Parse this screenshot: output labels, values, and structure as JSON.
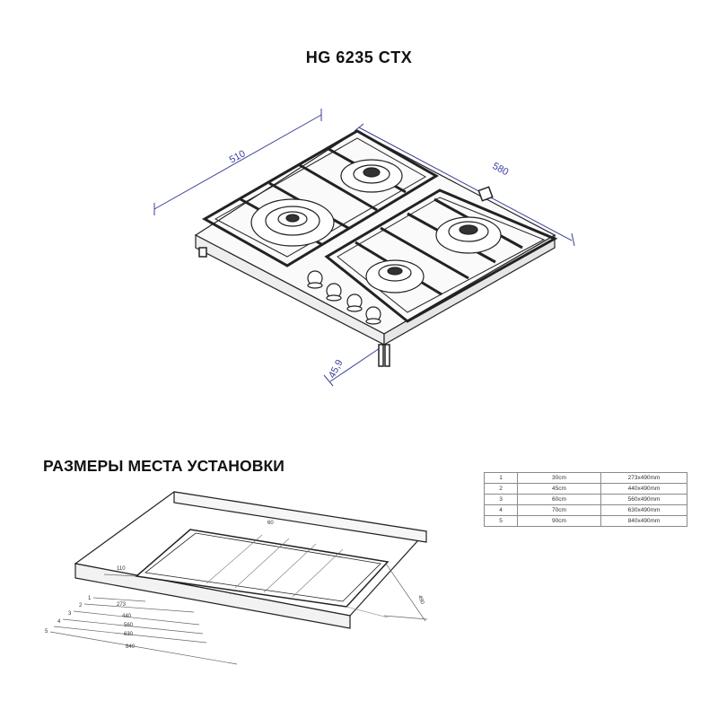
{
  "header": {
    "model_title": "HG 6235 CTX"
  },
  "hob_dimensions": {
    "width": "510",
    "depth": "580",
    "height": "45,9"
  },
  "installation": {
    "section_title": "РАЗМЕРЫ МЕСТА УСТАНОВКИ",
    "cutout_labels": {
      "top_offset": "60",
      "side_offset": "110",
      "depth": "490",
      "widths": [
        "273",
        "440",
        "560",
        "630",
        "840"
      ],
      "indices": [
        "1",
        "2",
        "3",
        "4",
        "5"
      ]
    },
    "size_table": [
      {
        "num": "1",
        "width": "30cm",
        "cutout": "273x490mm"
      },
      {
        "num": "2",
        "width": "45cm",
        "cutout": "440x490mm"
      },
      {
        "num": "3",
        "width": "60cm",
        "cutout": "560x490mm"
      },
      {
        "num": "4",
        "width": "70cm",
        "cutout": "630x490mm"
      },
      {
        "num": "5",
        "width": "90cm",
        "cutout": "840x490mm"
      }
    ]
  }
}
